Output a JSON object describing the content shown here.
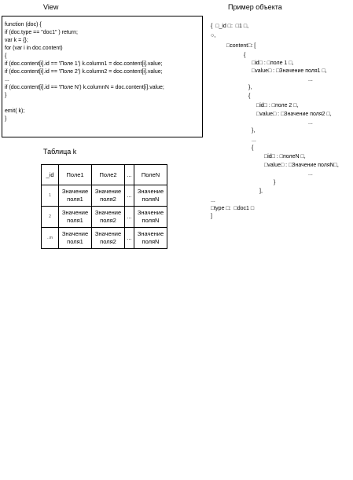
{
  "view_title": "View",
  "example_title": "Пример объекта",
  "table_title": "Таблица k",
  "code_lines": [
    "function (doc) {",
    "if (doc.type == \"doc1\" ) return;",
    "var k = {};",
    "for (var i in doc.content)",
    "{",
    "if (doc.content[i].id == 'Поле 1') k.column1 = doc.content[i].value;",
    "if (doc.content[i].id == 'Поле 2') k.column2 = doc.content[i].value;",
    "...",
    "if (doc.content[i].id == 'Поле N') k.columnN = doc.content[i].value;",
    "}",
    "",
    "emit( k);",
    "}"
  ],
  "json_lines": [
    "{  □_id □:  □1 □,",
    "○,",
    "□content□: [",
    "{",
    "□id□ : □поле 1 □,",
    "□value□ : □Значение поля1 □,",
    "...",
    "},",
    "{",
    "□id□ : □поле 2 □,",
    "□value□ : □Значение поля2 □,",
    "...",
    "},",
    "...",
    "{",
    "□id□ : □полеN □,",
    "□value□ : □Значение поляN□,",
    "...",
    "}",
    "],",
    "...",
    "□type □:  □doc1 □",
    "]"
  ],
  "table": {
    "headers": [
      "_id",
      "Поле1",
      "Поле2",
      "...",
      "ПолеN"
    ],
    "rows": [
      {
        "id": "1",
        "cells": [
          "Значение поля1",
          "Значение поля2",
          "...",
          "Значение поляN"
        ]
      },
      {
        "id": "2",
        "cells": [
          "Значение поля1",
          "Значение поля2",
          "...",
          "Значение поляN"
        ]
      },
      {
        "id": "..m",
        "cells": [
          "Значение поля1",
          "Значение поля2",
          "...",
          "Значение поляN"
        ]
      }
    ]
  }
}
